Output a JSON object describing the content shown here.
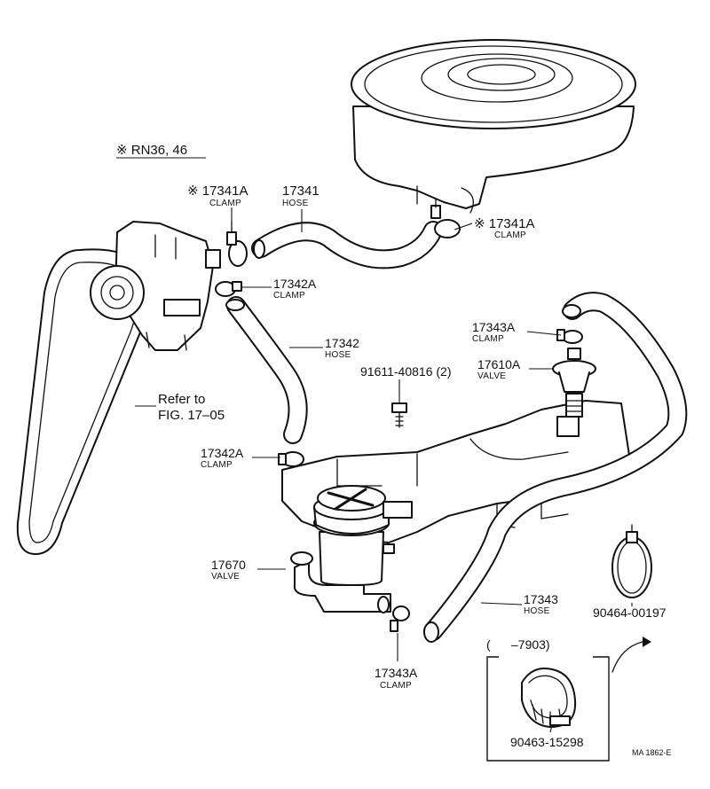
{
  "diagram": {
    "variant_note": "※ RN36, 46",
    "labels": {
      "clamp_17341a_left": {
        "part": "※ 17341A",
        "desc": "CLAMP"
      },
      "hose_17341": {
        "part": "17341",
        "desc": "HOSE"
      },
      "clamp_17341a_right": {
        "part": "※ 17341A",
        "desc": "CLAMP"
      },
      "clamp_17342a_upper": {
        "part": "17342A",
        "desc": "CLAMP"
      },
      "hose_17342": {
        "part": "17342",
        "desc": "HOSE"
      },
      "bolt_91611": {
        "part": "91611-40816 (2)"
      },
      "clamp_17343a_upper": {
        "part": "17343A",
        "desc": "CLAMP"
      },
      "valve_17610a": {
        "part": "17610A",
        "desc": "VALVE"
      },
      "refer": {
        "line1": "Refer to",
        "line2": "FIG. 17–05"
      },
      "clamp_17342a_lower": {
        "part": "17342A",
        "desc": "CLAMP"
      },
      "valve_17670": {
        "part": "17670",
        "desc": "VALVE"
      },
      "hose_17343": {
        "part": "17343",
        "desc": "HOSE"
      },
      "clamp_90464": {
        "part": "90464-00197"
      },
      "range_note": "(      –7903)",
      "clamp_17343a_lower": {
        "part": "17343A",
        "desc": "CLAMP"
      },
      "clamp_90463": {
        "part": "90463-15298"
      }
    },
    "figure_code": "MA 1862-E"
  }
}
